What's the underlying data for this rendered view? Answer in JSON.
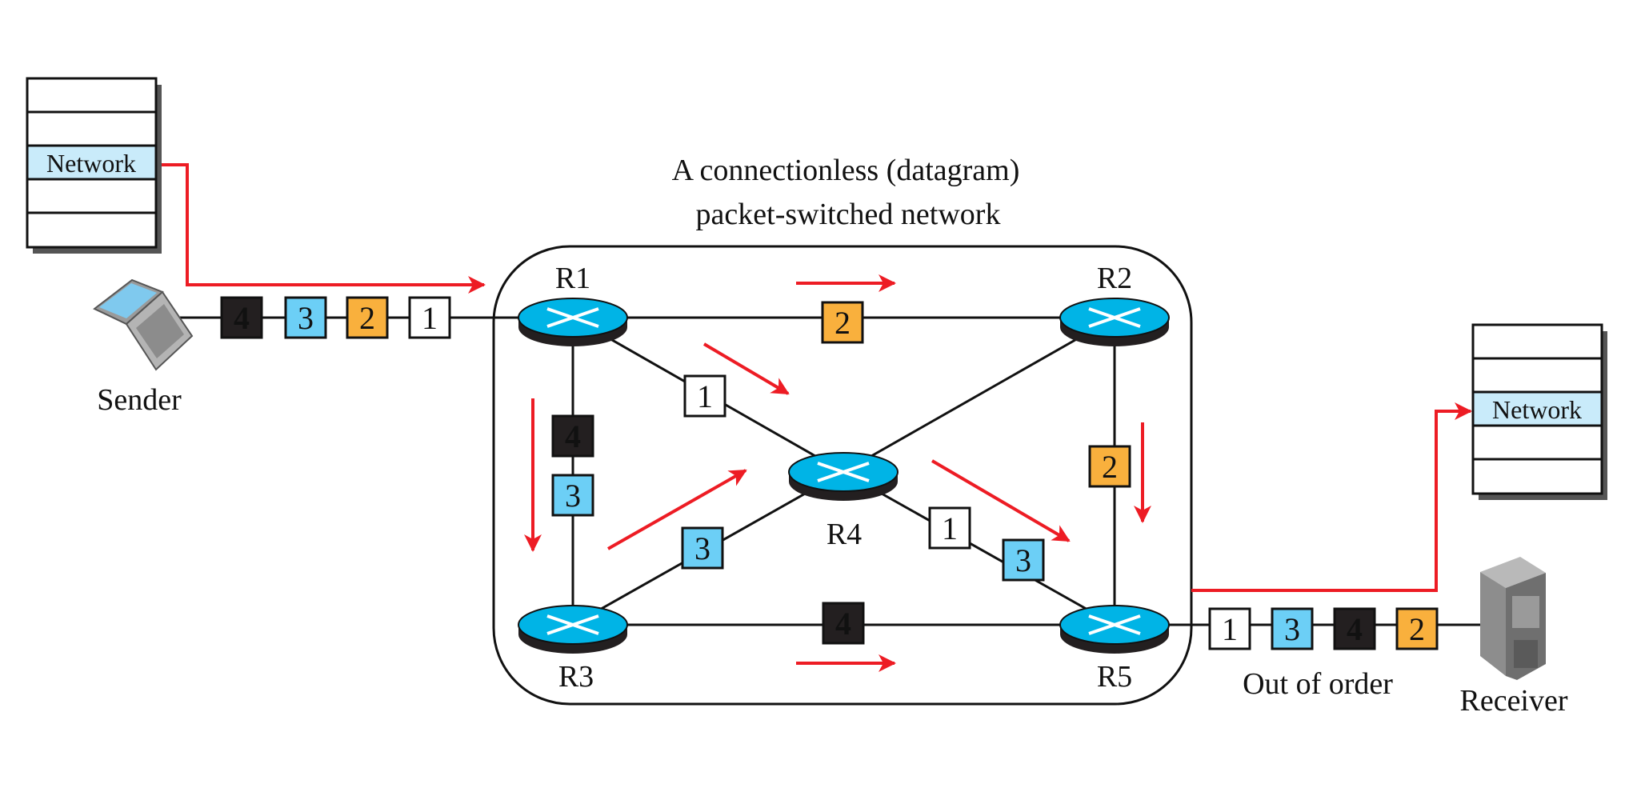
{
  "title_line1": "A connectionless (datagram)",
  "title_line2": "packet-switched network",
  "sender": {
    "label": "Sender",
    "icon": "laptop-icon",
    "stack_label": "Network"
  },
  "receiver": {
    "label": "Receiver",
    "icon": "server-icon",
    "stack_label": "Network"
  },
  "routers": [
    {
      "id": "R1",
      "label": "R1"
    },
    {
      "id": "R2",
      "label": "R2"
    },
    {
      "id": "R3",
      "label": "R3"
    },
    {
      "id": "R4",
      "label": "R4"
    },
    {
      "id": "R5",
      "label": "R5"
    }
  ],
  "colors": {
    "packet1": "#ffffff",
    "packet2": "#f9b03d",
    "packet3": "#6ccff6",
    "packet4": "#231f20",
    "router": "#00b4e6",
    "arrow": "#ed1c24",
    "layer_highlight": "#c9ebfa"
  },
  "sender_queue": [
    "4",
    "3",
    "2",
    "1"
  ],
  "receiver_queue": [
    "1",
    "3",
    "4",
    "2"
  ],
  "receiver_queue_caption": "Out of order",
  "packets_in_network": {
    "r1_r2": "2",
    "r1_r4": "1",
    "r1_r3_top": "4",
    "r1_r3_bottom": "3",
    "r3_r4": "3",
    "r4_r5_a": "1",
    "r4_r5_b": "3",
    "r2_r5": "2",
    "r3_r5": "4"
  }
}
